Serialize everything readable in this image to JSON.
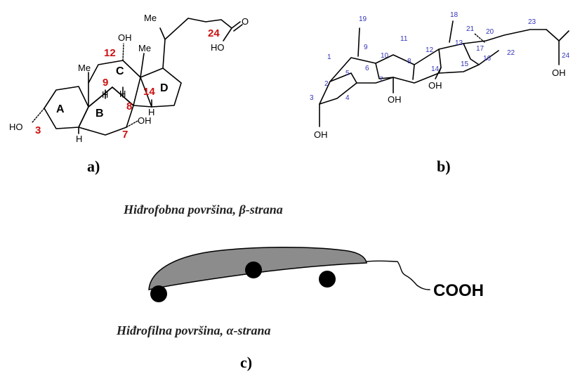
{
  "panel_a": {
    "label": "a)",
    "rings": [
      "A",
      "B",
      "C",
      "D"
    ],
    "atoms": {
      "me_top": "Me",
      "me_19": "Me",
      "me_18": "Me",
      "oh_12": "OH",
      "ho_3": "HO",
      "oh_7": "OH",
      "ho_acid": "HO",
      "o_acid": "O",
      "h_9": "H",
      "h_8": "H",
      "h_14": "H",
      "h_5": "H"
    },
    "positions": [
      "3",
      "7",
      "8",
      "9",
      "12",
      "14",
      "24"
    ]
  },
  "panel_b": {
    "label": "b)",
    "numbers": [
      "1",
      "2",
      "3",
      "4",
      "5",
      "6",
      "7",
      "8",
      "9",
      "10",
      "11",
      "12",
      "13",
      "14",
      "15",
      "16",
      "17",
      "18",
      "19",
      "20",
      "21",
      "22",
      "23",
      "24"
    ],
    "atoms": {
      "oh_3": "OH",
      "oh_7": "OH",
      "oh_12": "OH",
      "oh_24": "OH"
    }
  },
  "panel_c": {
    "label": "c)",
    "top_caption": "Hiđrofobna površina,  β-strana",
    "bottom_caption": "Hiđrofilna površina,  α-strana",
    "group": "COOH",
    "colors": {
      "body": "#8c8c8c",
      "dot": "#000000"
    }
  }
}
